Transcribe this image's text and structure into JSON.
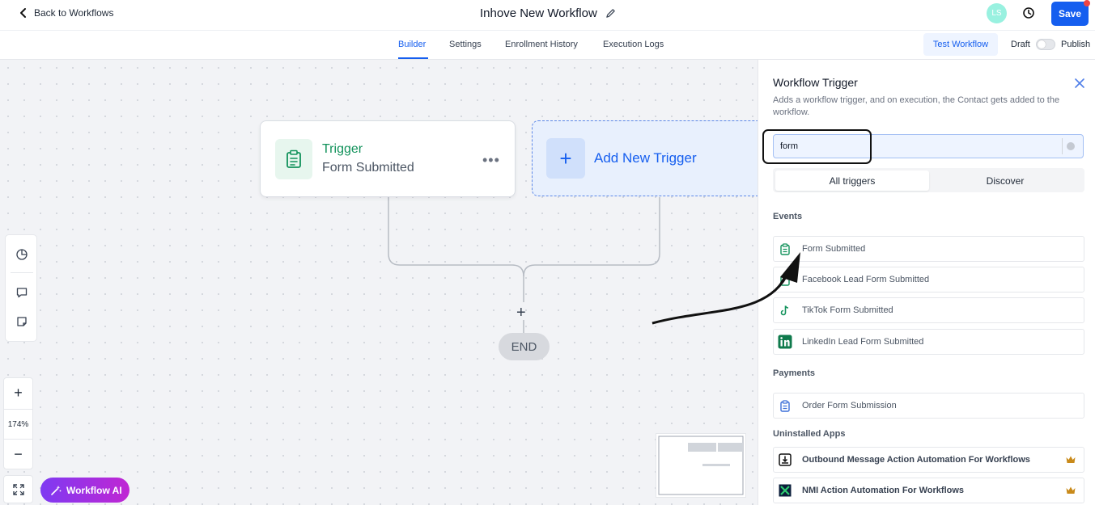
{
  "header": {
    "back_label": "Back to Workflows",
    "workflow_title": "Inhove New Workflow",
    "avatar_initials": "LS",
    "save_label": "Save"
  },
  "subnav": {
    "tabs": [
      {
        "label": "Builder",
        "active": true
      },
      {
        "label": "Settings",
        "active": false
      },
      {
        "label": "Enrollment History",
        "active": false
      },
      {
        "label": "Execution Logs",
        "active": false
      }
    ],
    "test_label": "Test Workflow",
    "draft_label": "Draft",
    "publish_label": "Publish"
  },
  "canvas": {
    "trigger": {
      "title": "Trigger",
      "subtitle": "Form Submitted"
    },
    "add_trigger_label": "Add New Trigger",
    "plus": "+",
    "end_label": "END",
    "zoom": {
      "in": "+",
      "level": "174%",
      "out": "−"
    },
    "ai_label": "Workflow AI"
  },
  "panel": {
    "title": "Workflow Trigger",
    "description": "Adds a workflow trigger, and on execution, the Contact gets added to the workflow.",
    "search_value": "form",
    "segments": [
      {
        "label": "All triggers",
        "active": true
      },
      {
        "label": "Discover",
        "active": false
      }
    ],
    "events_heading": "Events",
    "events": [
      {
        "label": "Form Submitted",
        "icon": "clipboard-icon"
      },
      {
        "label": "Facebook Lead Form Submitted",
        "icon": "clipboard-icon"
      },
      {
        "label": "TikTok Form Submitted",
        "icon": "tiktok-icon"
      },
      {
        "label": "LinkedIn Lead Form Submitted",
        "icon": "linkedin-icon"
      }
    ],
    "payments_heading": "Payments",
    "payments": [
      {
        "label": "Order Form Submission",
        "icon": "clipboard-icon"
      }
    ],
    "apps_heading": "Uninstalled Apps",
    "apps": [
      {
        "label": "Outbound Message Action Automation For Workflows",
        "icon": "outbound-app-icon"
      },
      {
        "label": "NMI Action Automation For Workflows",
        "icon": "nmi-app-icon"
      }
    ]
  },
  "colors": {
    "primary": "#155eef",
    "trigger_green": "#12925b",
    "ai_gradient_start": "#7e3af2",
    "ai_gradient_end": "#c026d3"
  }
}
